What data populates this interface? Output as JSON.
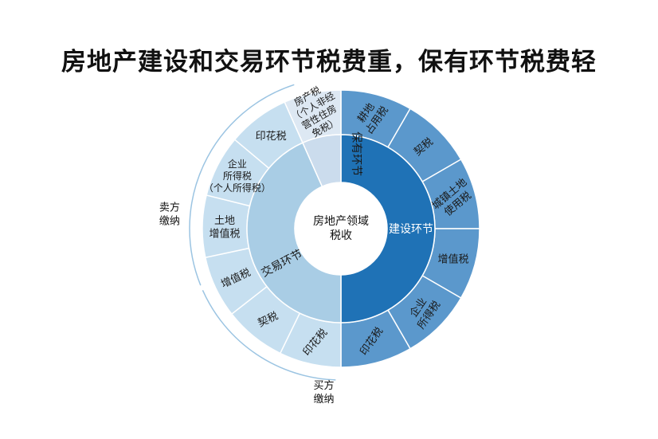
{
  "title": "房地产建设和交易环节税费重，保有环节税费轻",
  "center_label": [
    "房地产领域",
    "税收"
  ],
  "colors": {
    "construction_inner": "#1f72b6",
    "construction_outer": "#5b98cc",
    "transaction_inner": "#a9cde5",
    "transaction_outer": "#c6dff0",
    "holding_inner": "#cbdced",
    "holding_outer": "#dde8f3",
    "separator": "#ffffff",
    "bracket": "#9bc4e2",
    "inner_text": "#1a1a1a"
  },
  "inner_ring": [
    {
      "id": "construction",
      "label": "建设环节",
      "share": 0.5
    },
    {
      "id": "transaction",
      "label": "交易环节",
      "share": 0.4333
    },
    {
      "id": "holding",
      "label": "保有环节",
      "share": 0.0667
    }
  ],
  "outer_ring": [
    {
      "group": "construction",
      "lines": [
        "耕地",
        "占用税"
      ]
    },
    {
      "group": "construction",
      "lines": [
        "契税"
      ]
    },
    {
      "group": "construction",
      "lines": [
        "城镇土地",
        "使用税"
      ]
    },
    {
      "group": "construction",
      "lines": [
        "增值税"
      ]
    },
    {
      "group": "construction",
      "lines": [
        "企业",
        "所得税"
      ]
    },
    {
      "group": "construction",
      "lines": [
        "印花税"
      ]
    },
    {
      "group": "transaction",
      "lines": [
        "印花税"
      ]
    },
    {
      "group": "transaction",
      "lines": [
        "契税"
      ]
    },
    {
      "group": "transaction",
      "lines": [
        "增值税"
      ]
    },
    {
      "group": "transaction",
      "lines": [
        "土地",
        "增值税"
      ]
    },
    {
      "group": "transaction",
      "lines": [
        "企业",
        "所得税",
        "（个人所得税）"
      ]
    },
    {
      "group": "transaction",
      "lines": [
        "印花税"
      ]
    },
    {
      "group": "holding",
      "lines": [
        "房产税",
        "（个人非经",
        "营性住房",
        "免税）"
      ]
    }
  ],
  "brackets": [
    {
      "lines": [
        "卖方",
        "缴纳"
      ]
    },
    {
      "lines": [
        "买方",
        "缴纳"
      ]
    }
  ]
}
